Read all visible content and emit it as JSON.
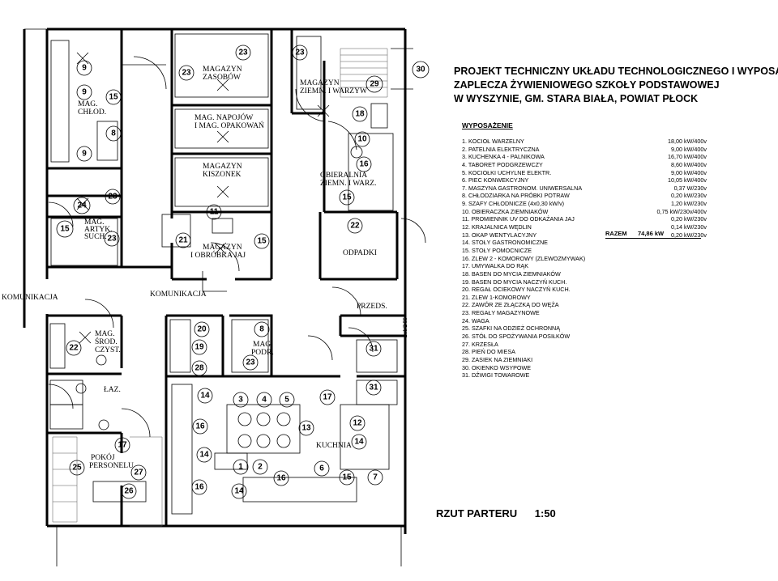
{
  "title": {
    "line1": "PROJEKT TECHNICZNY UKŁADU TECHNOLOGICZNEGO I WYPOSAŻENIA",
    "line2": "ZAPLECZA ŻYWIENIOWEGO SZKOŁY PODSTAWOWEJ",
    "line3": "W WYSZYNIE, GM. STARA BIAŁA, POWIAT PŁOCK"
  },
  "equipment_heading": "WYPOSAŻENIE",
  "equipment": [
    {
      "label": "1. KOCIOŁ WARZELNY",
      "value": "18,00 kW/400v"
    },
    {
      "label": "2. PATELNIA ELEKTRYCZNA",
      "value": "9,00 kW/400v"
    },
    {
      "label": "3. KUCHENKA 4 - PALNIKOWA",
      "value": "16,70 kW/400v"
    },
    {
      "label": "4. TABORET PODGRZEWCZY",
      "value": "8,60 kW/400v"
    },
    {
      "label": "5. KOCIOŁKI UCHYLNE ELEKTR.",
      "value": "9,00 kW/400v"
    },
    {
      "label": "6. PIEC KONWEKCYJNY",
      "value": "10,05 kW/400v"
    },
    {
      "label": "7. MASZYNA GASTRONOM. UNIWERSALNA",
      "value": "0,37 W/230v"
    },
    {
      "label": "8. CHŁODZIARKA NA PRÓBKI POTRAW",
      "value": "0,20 kW/230v"
    },
    {
      "label": "9. SZAFY CHŁODNICZE   (4x0,30 kW/v)",
      "value": "1,20 kW/230v"
    },
    {
      "label": "10. OBIERACZKA  ZIEMNIAKÓW",
      "value": "0,75 kW/230v/400v"
    },
    {
      "label": "11. PROMIENNIK UV DO ODKAŻANIA JAJ",
      "value": "0,20 kW/230v"
    },
    {
      "label": "12. KRAJALNICA  WĘDLIN",
      "value": "0,14 kW/230v"
    },
    {
      "label": "13. OKAP WENTYLACYJNY",
      "value": "0,20 kW/230v"
    },
    {
      "label": "14. STOŁY GASTRONOMICZNE",
      "value": ""
    },
    {
      "label": "15. STOŁY POMOCNICZE",
      "value": ""
    },
    {
      "label": "16. ZLEW  2 - KOMOROWY (ZLEWOZMYWAK)",
      "value": ""
    },
    {
      "label": "17. UMYWALKA DO RĄK",
      "value": ""
    },
    {
      "label": "18. BASEN DO MYCIA ZIEMNIAKÓW",
      "value": ""
    },
    {
      "label": "19. BASEN DO MYCIA NACZYŃ KUCH.",
      "value": ""
    },
    {
      "label": "20. REGAŁ OCIEKOWY NACZYŃ KUCH.",
      "value": ""
    },
    {
      "label": "21. ZLEW 1-KOMOROWY",
      "value": ""
    },
    {
      "label": "22. ZAWÓR ZE ZŁĄCZKĄ DO WĘŻA",
      "value": ""
    },
    {
      "label": "23. REGAŁY MAGAZYNOWE",
      "value": ""
    },
    {
      "label": "24. WAGA",
      "value": ""
    },
    {
      "label": "25. SZAFKI NA ODZIEŻ OCHRONNĄ",
      "value": ""
    },
    {
      "label": "26. STÓŁ DO SPOŻYWANIA POSIŁKÓW",
      "value": ""
    },
    {
      "label": "27. KRZESŁA",
      "value": ""
    },
    {
      "label": "28. PIEŃ DO MIESA",
      "value": ""
    },
    {
      "label": "29. ZASIEK NA ZIEMNIAKI",
      "value": ""
    },
    {
      "label": "30. OKIENKO WSYPOWE",
      "value": ""
    },
    {
      "label": "31. DŹWIGI TOWAROWE",
      "value": ""
    }
  ],
  "total": {
    "label": "RAZEM",
    "value": "74,86 kW"
  },
  "scale": {
    "label": "RZUT PARTERU",
    "value": "1:50"
  },
  "rooms": {
    "mag_chlod": [
      "MAG.",
      "CHŁOD."
    ],
    "mag_zasobow": [
      "MAGAZYN",
      "ZASOBÓW"
    ],
    "mag_napojow": [
      "MAG. NAPOJÓW",
      "I MAG. OPAKOWAŃ"
    ],
    "mag_kiszonek": [
      "MAGAZYN",
      "KISZONEK"
    ],
    "mag_ziemn": [
      "MAGAZYN",
      "ZIEMN. I WARZYW"
    ],
    "obieralnia": [
      "OBIERALNIA",
      "ZIEMN. I WARZ."
    ],
    "mag_artyk": [
      "MAG.",
      "ARTYK.",
      "SUCH."
    ],
    "mag_jaj": [
      "MAGAZYN",
      "I OBRÓBKA JAJ"
    ],
    "odpadki": "ODPADKI",
    "komunikacja_left": "KOMUNIKACJA",
    "komunikacja_center": "KOMUNIKACJA",
    "przeds": "PRZEDS.",
    "mag_srod": [
      "MAG.",
      "ŚROD.",
      "CZYST."
    ],
    "mag_podr": [
      "MAG.",
      "PODR."
    ],
    "laz": "ŁAZ.",
    "pokoj": [
      "POKÓJ",
      "PERSONELU"
    ],
    "kuchnia": "KUCHNIA",
    "side_note": "2x1/2 55"
  },
  "markers": {
    "m9a": "9",
    "m9b": "9",
    "m15a": "15",
    "m8": "8",
    "m9c": "9",
    "m23a": "23",
    "m23b": "23",
    "m23c": "23",
    "m29": "29",
    "m30": "30",
    "m18": "18",
    "m10": "10",
    "m16a": "16",
    "m15b": "15",
    "m24": "24",
    "m23d": "23",
    "m15c": "15",
    "m23e": "23",
    "m21": "21",
    "m11": "11",
    "m15d": "15",
    "m22a": "22",
    "m20": "20",
    "m19": "19",
    "m28": "28",
    "m8b": "8",
    "m23f": "23",
    "m22b": "22",
    "m31a": "31",
    "m31b": "31",
    "m14a": "14",
    "m3": "3",
    "m4": "4",
    "m5": "5",
    "m17a": "17",
    "m16b": "16",
    "m13": "13",
    "m12": "12",
    "m14b": "14",
    "m14c": "14",
    "m1": "1",
    "m2": "2",
    "m6": "6",
    "m15e": "15",
    "m7": "7",
    "m16c": "16",
    "m14d": "14",
    "m16d": "16",
    "m17b": "17",
    "m25": "25",
    "m27": "27",
    "m26": "26"
  }
}
